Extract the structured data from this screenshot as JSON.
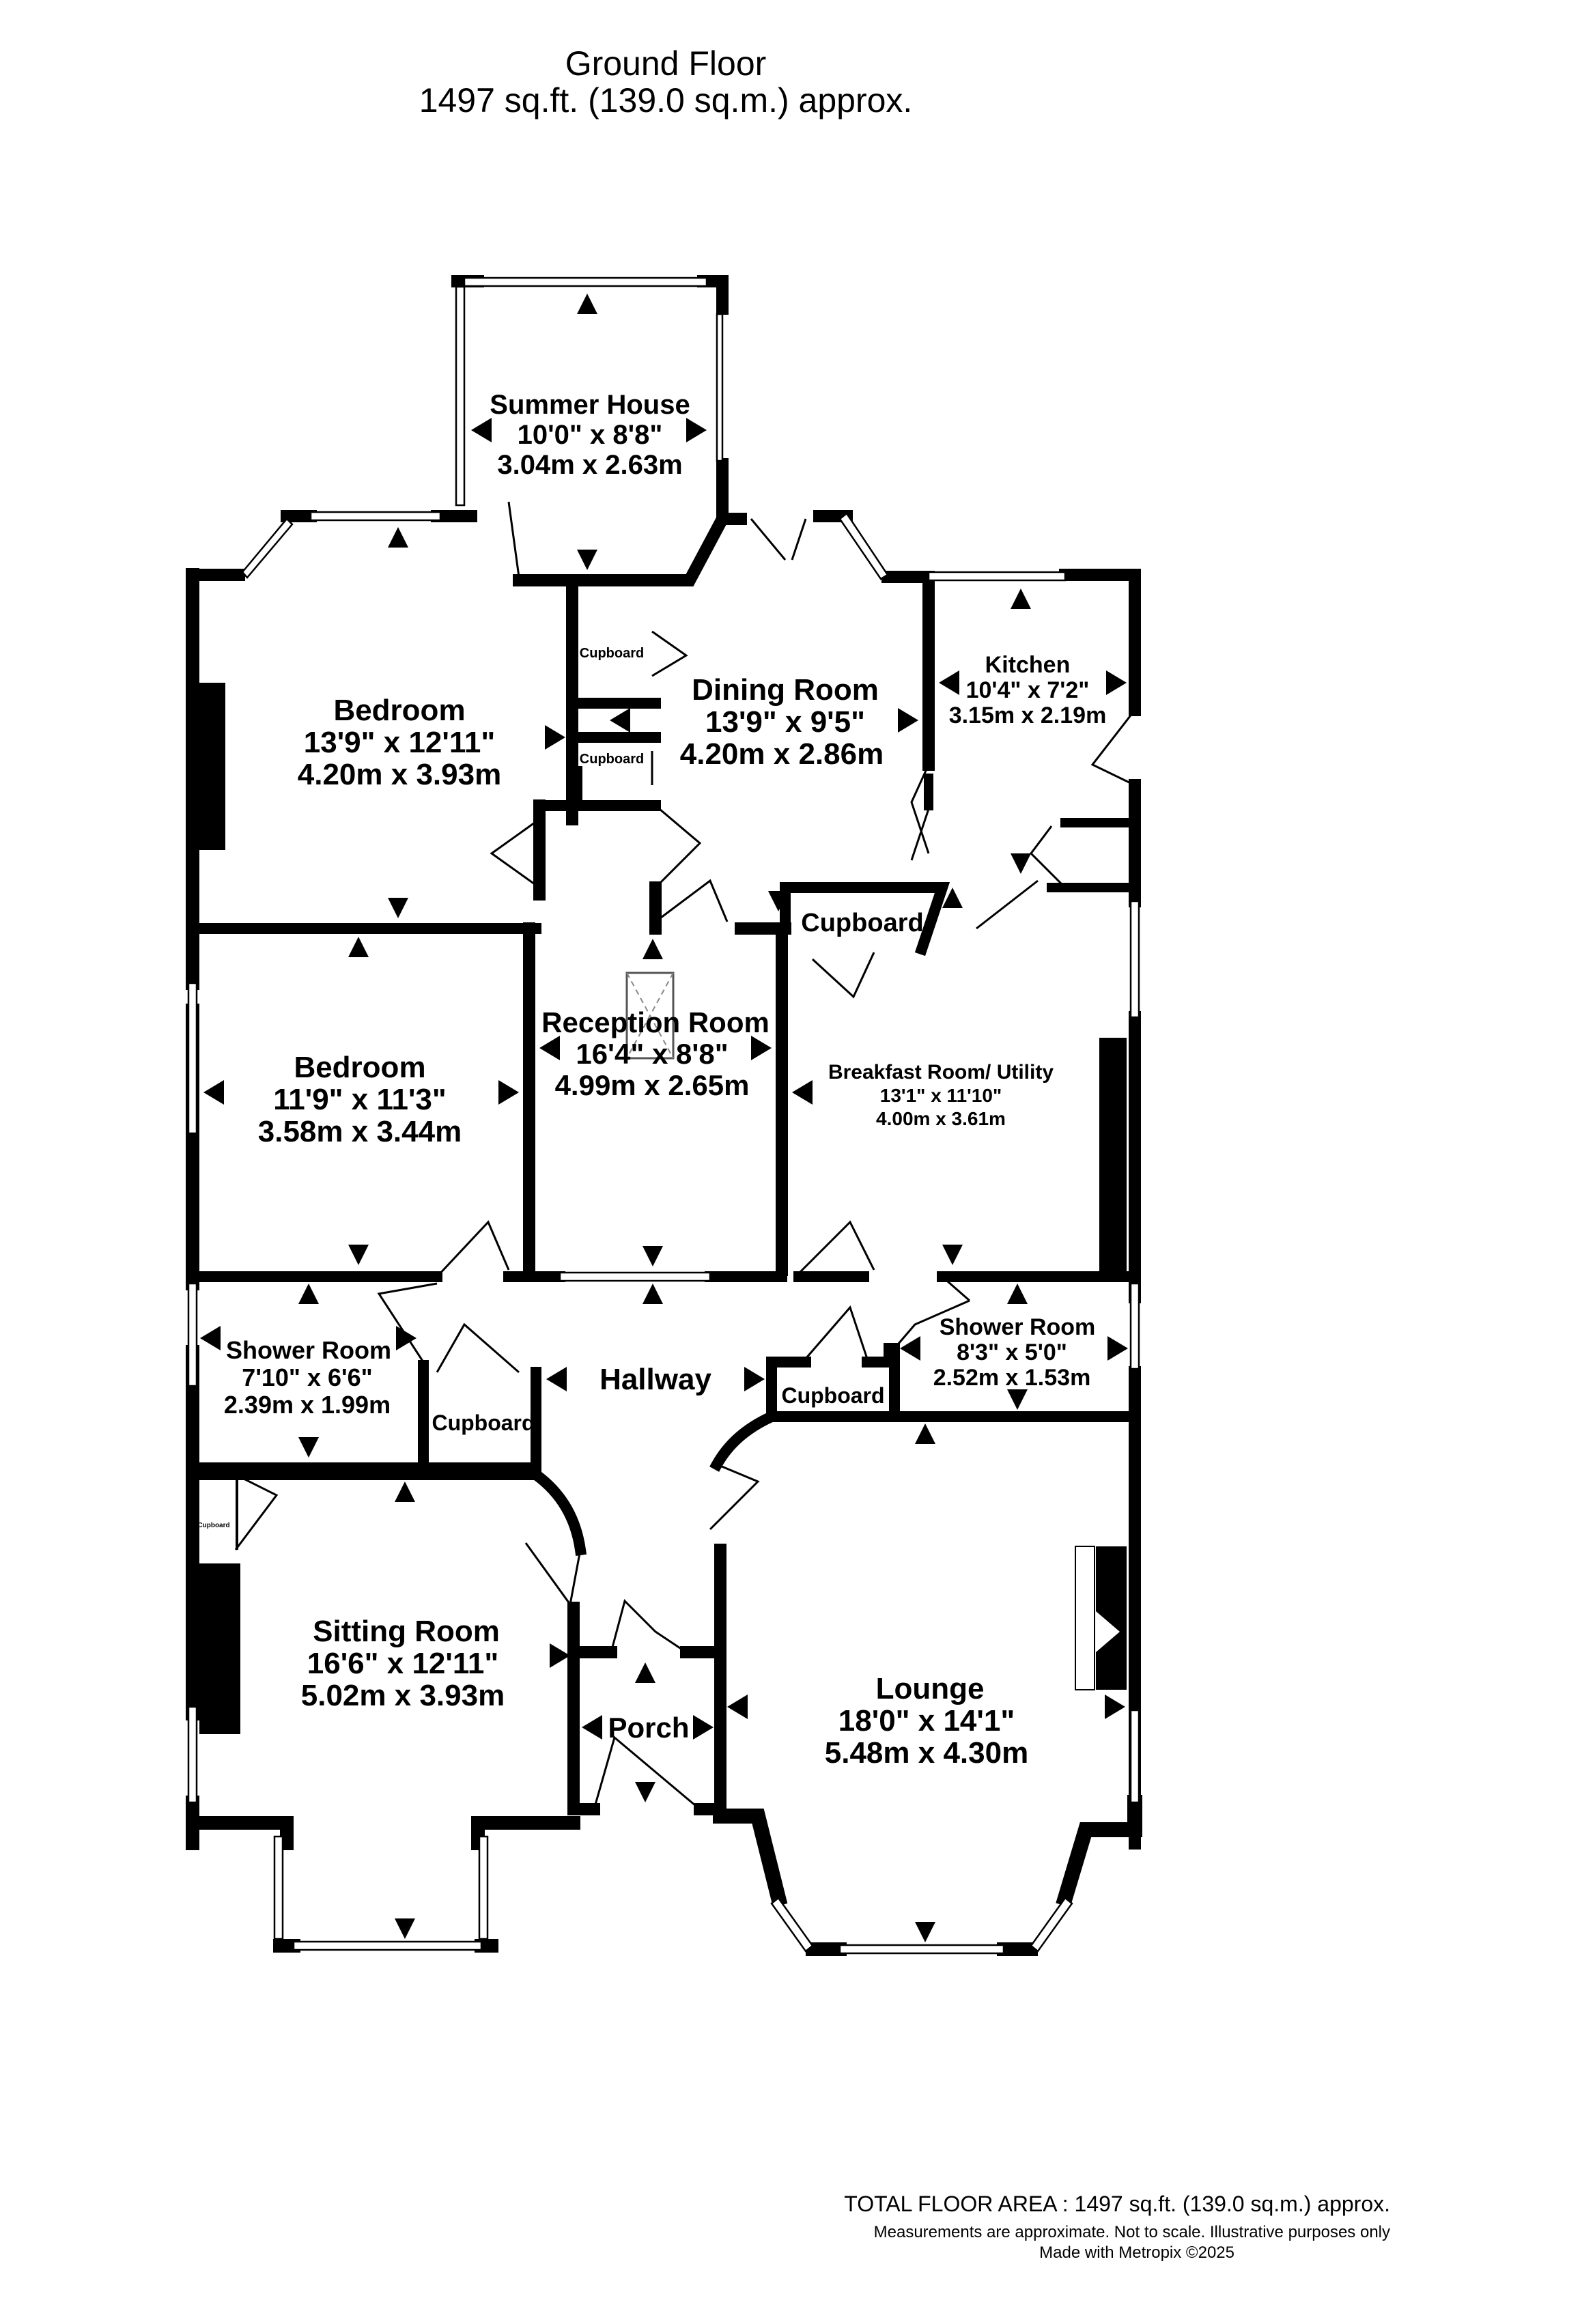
{
  "header": {
    "floor_name": "Ground Floor",
    "floor_area": "1497 sq.ft. (139.0 sq.m.) approx."
  },
  "rooms": {
    "summer_house": {
      "name": "Summer House",
      "imperial": "10'0\"  x 8'8\"",
      "metric": "3.04m  x 2.63m"
    },
    "bedroom1": {
      "name": "Bedroom",
      "imperial": "13'9\"  x 12'11\"",
      "metric": "4.20m  x 3.93m"
    },
    "dining_room": {
      "name": "Dining Room",
      "imperial": "13'9\"  x 9'5\"",
      "metric": "4.20m  x 2.86m"
    },
    "kitchen": {
      "name": "Kitchen",
      "imperial": "10'4\"  x 7'2\"",
      "metric": "3.15m  x 2.19m"
    },
    "bedroom2": {
      "name": "Bedroom",
      "imperial": "11'9\"  x 11'3\"",
      "metric": "3.58m  x 3.44m"
    },
    "reception_room": {
      "name": "Reception Room",
      "imperial": "16'4\"  x 8'8\"",
      "metric": "4.99m  x 2.65m"
    },
    "breakfast_room": {
      "name": "Breakfast Room/ Utility",
      "imperial": "13'1\"  x 11'10\"",
      "metric": "4.00m  x 3.61m"
    },
    "shower_room1": {
      "name": "Shower Room",
      "imperial": "7'10\"  x 6'6\"",
      "metric": "2.39m  x 1.99m"
    },
    "shower_room2": {
      "name": "Shower Room",
      "imperial": "8'3\"  x 5'0\"",
      "metric": "2.52m  x 1.53m"
    },
    "hallway": {
      "name": "Hallway"
    },
    "sitting_room": {
      "name": "Sitting Room",
      "imperial": "16'6\"  x 12'11\"",
      "metric": "5.02m  x 3.93m"
    },
    "lounge": {
      "name": "Lounge",
      "imperial": "18'0\"  x 14'1\"",
      "metric": "5.48m  x 4.30m"
    },
    "porch": {
      "name": "Porch"
    }
  },
  "cupboards": {
    "bed_upper": "Cupboard",
    "bed_lower": "Cupboard",
    "breakfast": "Cupboard",
    "hall_left": "Cupboard",
    "hall_right": "Cupboard",
    "sitting_small": "Cupboard"
  },
  "footer": {
    "total_area": "TOTAL FLOOR AREA : 1497 sq.ft. (139.0 sq.m.) approx.",
    "disclaimer": "Measurements are approximate.  Not to scale.  Illustrative purposes only",
    "credit": "Made with Metropix ©2025"
  }
}
